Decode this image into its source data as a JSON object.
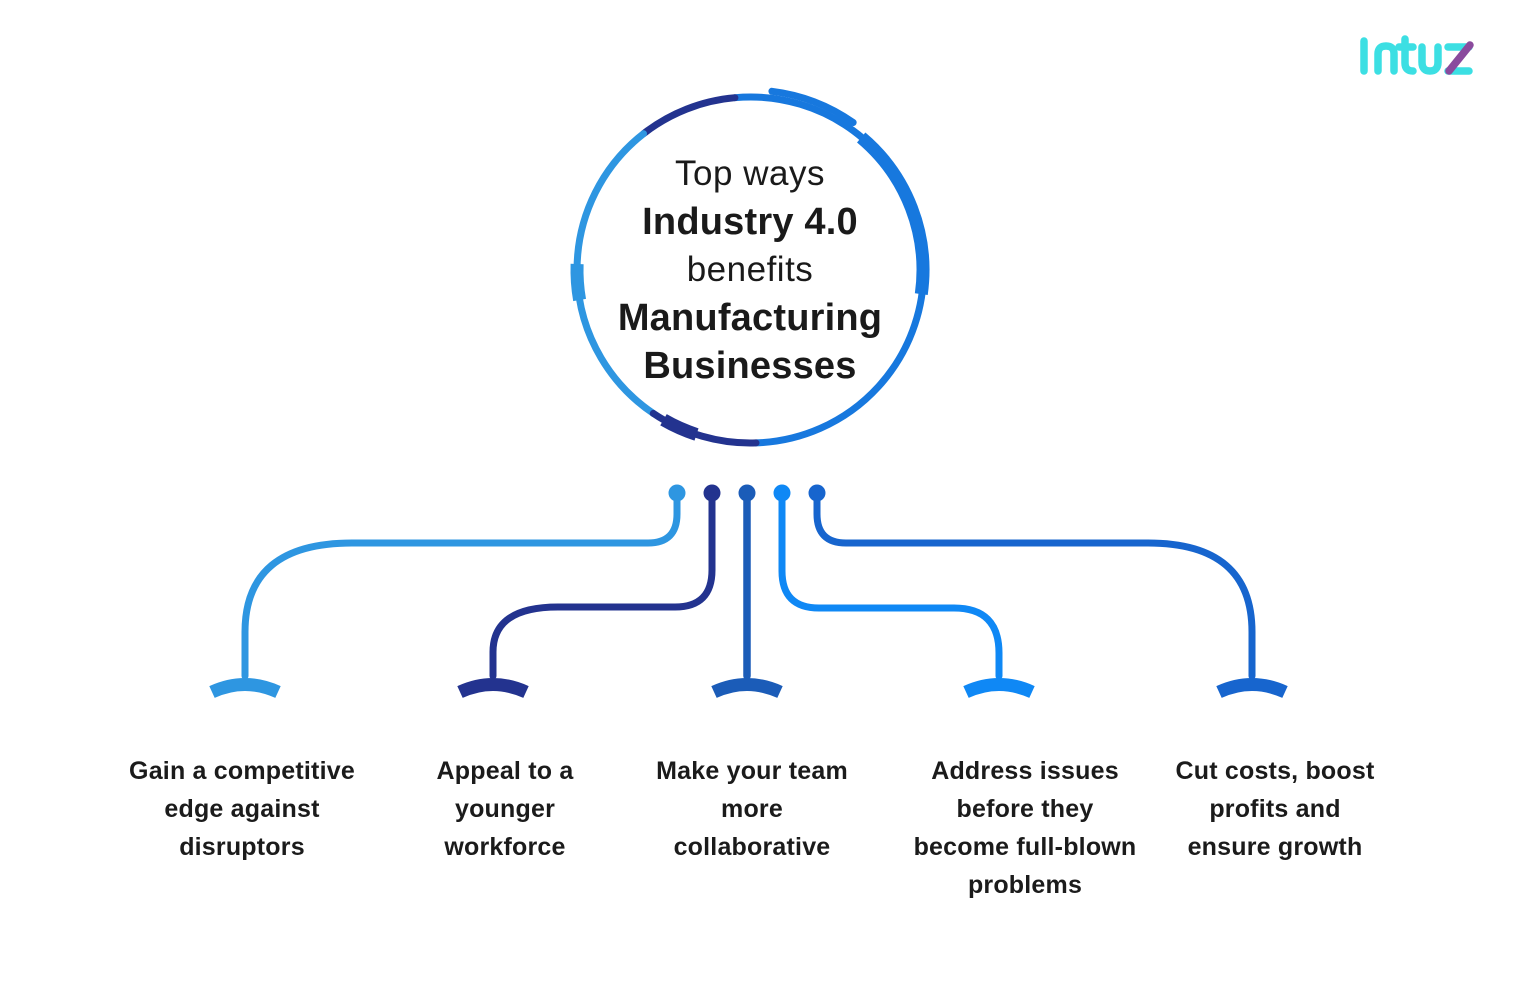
{
  "logo": {
    "name": "Intuz",
    "primary_color": "#3CDFE3",
    "accent_color": "#8A4A9D"
  },
  "colors": {
    "ring_main": "#1778DE",
    "light_blue": "#2E96E1",
    "navy": "#23338F",
    "blue_medium": "#1B5CB8",
    "azure": "#0F88F5",
    "blue_deep": "#1765CE",
    "text": "#1A1A1A"
  },
  "center_title": {
    "line1": "Top ways",
    "line2": "Industry 4.0",
    "line3": "benefits",
    "line4": "Manufacturing",
    "line5": "Businesses"
  },
  "branches": [
    {
      "label": "Gain a competitive\nedge against\ndisruptors",
      "color": "#2E96E1"
    },
    {
      "label": "Appeal to a\nyounger\nworkforce",
      "color": "#23338F"
    },
    {
      "label": "Make your team\nmore\ncollaborative",
      "color": "#1B5CB8"
    },
    {
      "label": "Address issues\nbefore they\nbecome full-blown\nproblems",
      "color": "#0F88F5"
    },
    {
      "label": "Cut costs, boost\nprofits and\nensure growth",
      "color": "#1765CE"
    }
  ]
}
